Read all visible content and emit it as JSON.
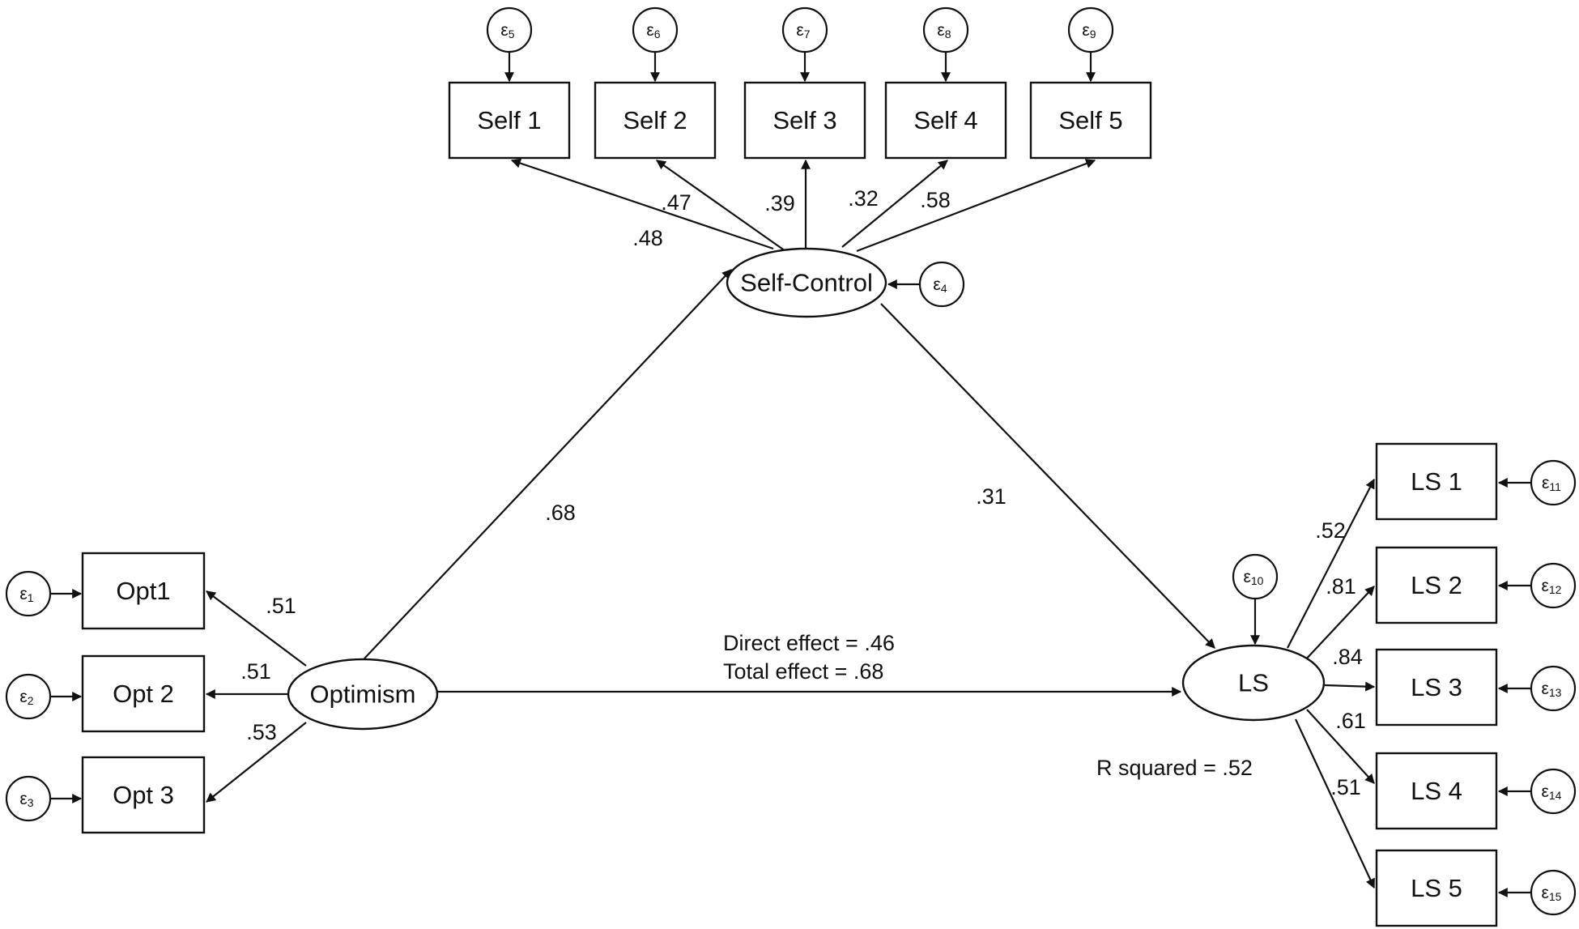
{
  "observed": {
    "opt1": "Opt1",
    "opt2": "Opt 2",
    "opt3": "Opt 3",
    "self1": "Self 1",
    "self2": "Self 2",
    "self3": "Self 3",
    "self4": "Self 4",
    "self5": "Self 5",
    "ls1": "LS 1",
    "ls2": "LS 2",
    "ls3": "LS 3",
    "ls4": "LS 4",
    "ls5": "LS 5"
  },
  "latent": {
    "optimism": "Optimism",
    "selfcontrol": "Self-Control",
    "ls": "LS"
  },
  "errors": {
    "e1": "1",
    "e2": "2",
    "e3": "3",
    "e4": "4",
    "e5": "5",
    "e6": "6",
    "e7": "7",
    "e8": "8",
    "e9": "9",
    "e10": "10",
    "e11": "11",
    "e12": "12",
    "e13": "13",
    "e14": "14",
    "e15": "15"
  },
  "error_symbol": "ε",
  "loadings": {
    "opt1": ".51",
    "opt2": ".51",
    "opt3": ".53",
    "self1": ".48",
    "self2": ".47",
    "self3": ".39",
    "self4": ".32",
    "self5": ".58",
    "ls1": ".52",
    "ls2": ".81",
    "ls3": ".84",
    "ls4": ".61",
    "ls5": ".51"
  },
  "paths": {
    "optimism_to_selfcontrol": ".68",
    "selfcontrol_to_ls": ".31",
    "direct_effect": "Direct effect = .46",
    "total_effect": "Total effect = .68"
  },
  "r_squared": "R squared = .52"
}
